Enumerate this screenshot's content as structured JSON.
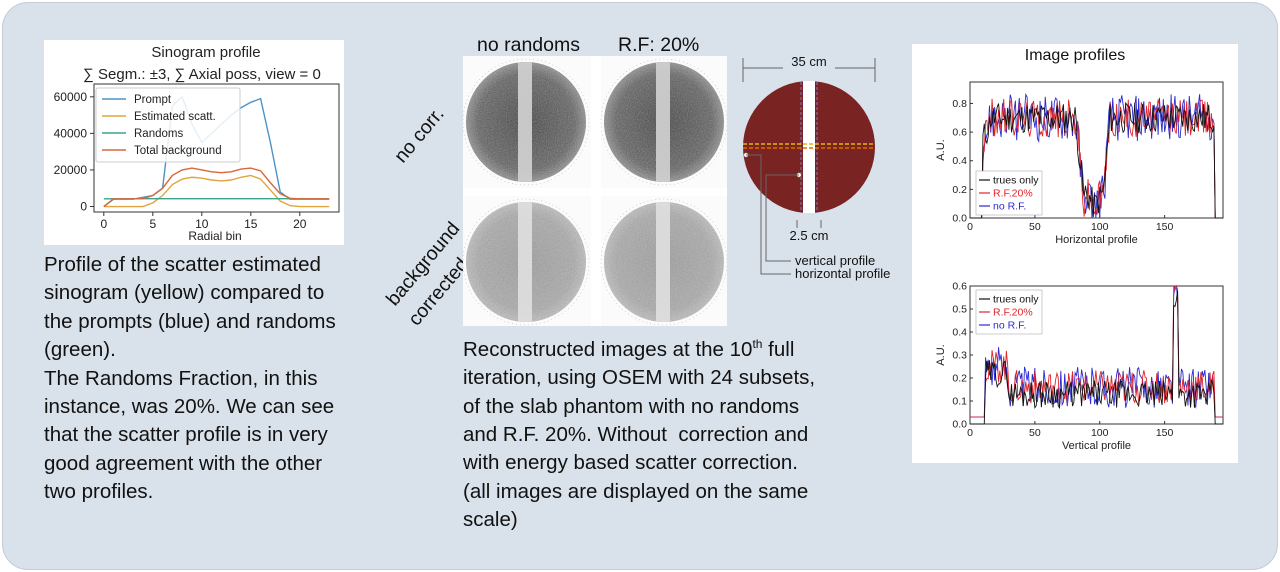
{
  "sinogram_chart": {
    "chart_data": {
      "type": "line",
      "title": "Sinogram profile",
      "subtitle": "∑ Segm.: ±3, ∑ Axial poss, view = 0",
      "xlabel": "Radial bin",
      "ylabel": "",
      "xlim": [
        -1,
        24
      ],
      "ylim": [
        -3000,
        67000
      ],
      "x_ticks": [
        0,
        5,
        10,
        15,
        20
      ],
      "y_ticks": [
        0,
        20000,
        40000,
        60000
      ],
      "legend": "top-left",
      "series": [
        {
          "name": "Prompt",
          "color": "#4c92c6",
          "x": [
            0,
            1,
            2,
            3,
            4,
            5,
            6,
            7,
            8,
            9,
            10,
            11,
            12,
            13,
            14,
            15,
            16,
            17,
            18,
            19,
            20,
            21,
            22,
            23
          ],
          "y": [
            0,
            4000,
            4000,
            4000,
            5000,
            6000,
            10000,
            55000,
            60000,
            45000,
            35000,
            40000,
            45000,
            50000,
            54000,
            57000,
            59000,
            35000,
            8000,
            4000,
            4000,
            4000,
            4000,
            4000
          ]
        },
        {
          "name": "Estimated scatt.",
          "color": "#e0a53d",
          "x": [
            0,
            1,
            2,
            3,
            4,
            5,
            6,
            7,
            8,
            9,
            10,
            11,
            12,
            13,
            14,
            15,
            16,
            17,
            18,
            19,
            20,
            21,
            22,
            23
          ],
          "y": [
            0,
            0,
            0,
            0,
            0,
            2000,
            6000,
            12000,
            15000,
            16000,
            15500,
            14500,
            14000,
            14500,
            16000,
            17000,
            15000,
            9000,
            3000,
            500,
            0,
            0,
            0,
            0
          ]
        },
        {
          "name": "Randoms",
          "color": "#3aa38f",
          "x": [
            0,
            1,
            2,
            3,
            4,
            5,
            6,
            7,
            8,
            9,
            10,
            11,
            12,
            13,
            14,
            15,
            16,
            17,
            18,
            19,
            20,
            21,
            22,
            23
          ],
          "y": [
            4200,
            4200,
            4200,
            4200,
            4300,
            4300,
            4300,
            4300,
            4300,
            4300,
            4300,
            4300,
            4300,
            4300,
            4300,
            4300,
            4300,
            4300,
            4300,
            4300,
            4200,
            4200,
            4200,
            4200
          ]
        },
        {
          "name": "Total background",
          "color": "#d6683a",
          "x": [
            0,
            1,
            2,
            3,
            4,
            5,
            6,
            7,
            8,
            9,
            10,
            11,
            12,
            13,
            14,
            15,
            16,
            17,
            18,
            19,
            20,
            21,
            22,
            23
          ],
          "y": [
            0,
            4200,
            4200,
            4200,
            4300,
            6000,
            10000,
            17000,
            20000,
            21000,
            20000,
            19000,
            18500,
            19000,
            20500,
            21000,
            19500,
            13000,
            7000,
            4500,
            4200,
            4200,
            4200,
            4200
          ]
        }
      ]
    }
  },
  "sinogram_caption": "Profile of the scatter estimated\nsinogram (yellow) compared to\nthe prompts (blue) and randoms\n(green).\nThe Randoms Fraction, in this\ninstance, was 20%. We can see\nthat the scatter profile is in very\ngood agreement with the other\ntwo profiles.",
  "recon": {
    "col_labels": [
      "no randoms",
      "R.F: 20%"
    ],
    "row_labels": [
      "no corr.",
      "background",
      "corrected"
    ],
    "caption_lines": [
      "Reconstructed images at the 10",
      "iteration, using OSEM with 24 subsets,",
      "of the slab phantom with no randoms",
      "and R.F. 20%. Without  correction and",
      "with energy based scatter correction.",
      "(all images are displayed on the same",
      "scale)"
    ],
    "sup": "th",
    "after_sup": " full"
  },
  "phantom": {
    "width_label": "35 cm",
    "slab_label": "2.5 cm",
    "vertical_label": "vertical profile",
    "horizontal_label": "horizontal profile",
    "disk_color": "#7a2323",
    "dash_yellow": "#e6b400",
    "dash_orange": "#e66a00",
    "dash_blue": "#7a7acc"
  },
  "profiles_title": "Image profiles",
  "horizontal_chart": {
    "chart_data": {
      "type": "line",
      "xlabel": "Horizontal profile",
      "ylabel": "A.U.",
      "xlim": [
        0,
        195
      ],
      "ylim": [
        0,
        0.95
      ],
      "x_ticks": [
        0,
        50,
        100,
        150
      ],
      "y_ticks": [
        0.0,
        0.2,
        0.4,
        0.6,
        0.8
      ],
      "legend": "bottom-left",
      "series": [
        {
          "name": "trues only",
          "color": "#111111"
        },
        {
          "name": "R.F.20%",
          "color": "#e0242a"
        },
        {
          "name": "no R.F.",
          "color": "#2a2ad0"
        }
      ]
    }
  },
  "vertical_chart": {
    "chart_data": {
      "type": "line",
      "xlabel": "Vertical profile",
      "ylabel": "A.U.",
      "xlim": [
        0,
        195
      ],
      "ylim": [
        0,
        0.6
      ],
      "x_ticks": [
        0,
        50,
        100,
        150
      ],
      "y_ticks": [
        0.0,
        0.1,
        0.2,
        0.3,
        0.4,
        0.5,
        0.6
      ],
      "legend": "top-left",
      "series": [
        {
          "name": "trues only",
          "color": "#111111"
        },
        {
          "name": "R.F.20%",
          "color": "#e0242a"
        },
        {
          "name": "no R.F.",
          "color": "#2a2ad0"
        }
      ]
    }
  }
}
